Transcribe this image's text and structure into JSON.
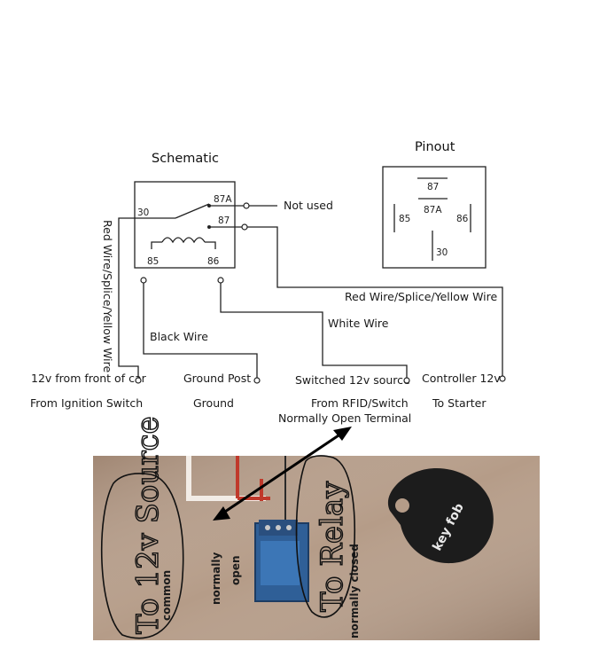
{
  "schematic": {
    "title": "Schematic",
    "pins": {
      "p30": "30",
      "p87a": "87A",
      "p87": "87",
      "p85": "85",
      "p86": "86"
    },
    "not_used": "Not used"
  },
  "pinout": {
    "title": "Pinout",
    "pins": {
      "p87": "87",
      "p87a": "87A",
      "p85": "85",
      "p86": "86",
      "p30": "30"
    }
  },
  "wires": {
    "red_wire_vertical": "Red Wire/Splice/Yellow Wire",
    "red_wire_horizontal": "Red Wire/Splice/Yellow Wire",
    "black_wire": "Black Wire",
    "white_wire": "White Wire"
  },
  "terminals": {
    "t12v_front": "12v from front of car",
    "ground_post": "Ground Post",
    "switched_12v": "Switched 12v source",
    "controller_12v": "Controller  12v"
  },
  "descriptions": {
    "ignition": "From Ignition Switch",
    "ground": "Ground",
    "rfid": "From RFID/Switch",
    "normally_open": "Normally    Open Terminal",
    "starter": "To Starter"
  },
  "photo": {
    "label_normally": "normally",
    "label_open": "open",
    "label_common": "common",
    "label_normally_closed": "normally closed",
    "key_fob": "key fob",
    "handwritten_left": "To 12v Source",
    "handwritten_right": "To Relay"
  },
  "colors": {
    "line": "#222222",
    "photo_bg": "#b59c88",
    "photo_wire_red": "#c0392b",
    "relay_blue": "#2f5f97",
    "fob_black": "#1c1c1c",
    "arrow": "#000000"
  }
}
